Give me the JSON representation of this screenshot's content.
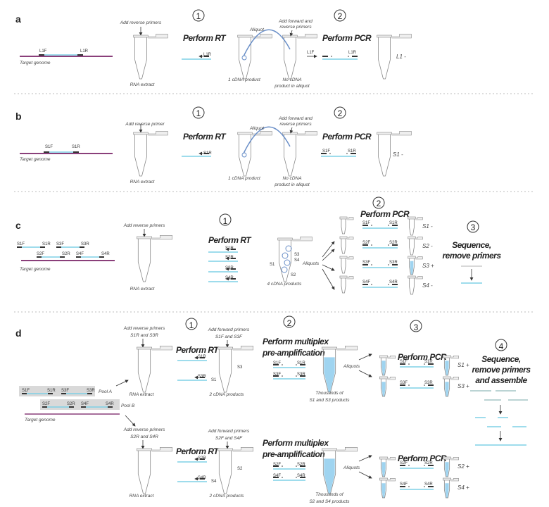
{
  "colors": {
    "cyan": "#7fd0e6",
    "purple": "#8a3f7a",
    "primer": "#333333",
    "liquid": "#9fd4f0",
    "pool": "#d9d9d9"
  },
  "panel_a": {
    "label": "a",
    "genome_primers": [
      "L1F",
      "L1R"
    ],
    "genome": "Target genome",
    "add_reverse": "Add reverse primers",
    "rna_extract": "RNA extract",
    "step1": "1",
    "perform_rt": "Perform RT",
    "rt_primer": "L1R",
    "aliquot": "Aliquot",
    "add_fr": [
      "Add forward and",
      "reverse primers"
    ],
    "cdna": "1 cDNA product",
    "no_cdna": [
      "No cDNA",
      "product in aliquot"
    ],
    "step2": "2",
    "perform_pcr": "Perform PCR",
    "pcr_primers": [
      "L1F",
      "L1R"
    ],
    "result": "L1 -"
  },
  "panel_b": {
    "label": "b",
    "genome_primers": [
      "S1F",
      "S1R"
    ],
    "genome": "Target genome",
    "add_reverse": "Add reverse primer",
    "rna_extract": "RNA extract",
    "step1": "1",
    "perform_rt": "Perform RT",
    "rt_primer": "S1R",
    "aliquot": "Aliquot",
    "add_fr": [
      "Add forward and",
      "reverse primers"
    ],
    "cdna": "1 cDNA product",
    "no_cdna": [
      "No cDNA",
      "product in aliquot"
    ],
    "step2": "2",
    "perform_pcr": "Perform PCR",
    "pcr_primers": [
      "S1F",
      "S1R"
    ],
    "result": "S1 -"
  },
  "panel_c": {
    "label": "c",
    "genome_row1": [
      "S1F",
      "S1R",
      "S3F",
      "S3R"
    ],
    "genome_row2": [
      "S2F",
      "S2R",
      "S4F",
      "S4R"
    ],
    "genome": "Target genome",
    "add_reverse": "Add reverse primers",
    "rna_extract": "RNA extract",
    "step1": "1",
    "perform_rt": "Perform RT",
    "rt_primers": [
      "S1R",
      "S2R",
      "S3R",
      "S4R"
    ],
    "tube_labels": [
      "S3",
      "S4",
      "S1",
      "S2"
    ],
    "aliquots": "Aliquots",
    "cdna": "4 cDNA products",
    "step2": "2",
    "perform_pcr": "Perform PCR",
    "pcr": [
      {
        "f": "S1F",
        "r": "S1R",
        "result": "S1 -"
      },
      {
        "f": "S2F",
        "r": "S2R",
        "result": "S2 -"
      },
      {
        "f": "S3F",
        "r": "S3R",
        "result": "S3 +"
      },
      {
        "f": "S4F",
        "r": "S4R",
        "result": "S4 -"
      }
    ],
    "step3": "3",
    "sequence": [
      "Sequence,",
      "remove primers"
    ]
  },
  "panel_d": {
    "label": "d",
    "pool_a": {
      "primers": [
        "S1F",
        "S1R",
        "S3F",
        "S3R"
      ],
      "name": "Pool A"
    },
    "pool_b": {
      "primers": [
        "S2F",
        "S2R",
        "S4F",
        "S4R"
      ],
      "name": "Pool B"
    },
    "genome": "Target genome",
    "step1": "1",
    "step2": "2",
    "step3": "3",
    "step4": "4",
    "top": {
      "add_reverse": [
        "Add reverse primers",
        "S1R and S3R"
      ],
      "rna_extract": "RNA extract",
      "perform_rt": "Perform RT",
      "rt_primers": [
        "S1R",
        "S3R"
      ],
      "add_forward": [
        "Add forward primers",
        "S1F and S3F"
      ],
      "tube_labels": [
        "S3",
        "S1"
      ],
      "cdna": "2 cDNA products",
      "preamp": [
        "Perform multiplex",
        "pre-amplification"
      ],
      "preamp_pairs": [
        [
          "S1F",
          "S1R"
        ],
        [
          "S3F",
          "S3R"
        ]
      ],
      "aliquots": "Aliquots",
      "thousands": [
        "Thousands of",
        "S1 and S3 products"
      ],
      "perform_pcr": "Perform PCR",
      "pcr": [
        {
          "f": "S1F",
          "r": "S1R",
          "result": "S1 +"
        },
        {
          "f": "S3F",
          "r": "S3R",
          "result": "S3 +"
        }
      ]
    },
    "bottom": {
      "add_reverse": [
        "Add reverse primers",
        "S2R and S4R"
      ],
      "rna_extract": "RNA extract",
      "perform_rt": "Perform RT",
      "rt_primers": [
        "S2R",
        "S4R"
      ],
      "add_forward": [
        "Add forward primers",
        "S2F and S4F"
      ],
      "tube_labels": [
        "S2",
        "S4"
      ],
      "cdna": "2 cDNA products",
      "preamp": [
        "Perform multiplex",
        "pre-amplification"
      ],
      "preamp_pairs": [
        [
          "S2F",
          "S2R"
        ],
        [
          "S4F",
          "S4R"
        ]
      ],
      "aliquots": "Aliquots",
      "thousands": [
        "Thousands of",
        "S2 and S4 products"
      ],
      "perform_pcr": "Perform PCR",
      "pcr": [
        {
          "f": "S2F",
          "r": "S2R",
          "result": "S2 +"
        },
        {
          "f": "S4F",
          "r": "S4R",
          "result": "S4 +"
        }
      ]
    },
    "sequence": [
      "Sequence,",
      "remove primers",
      "and assemble"
    ]
  }
}
